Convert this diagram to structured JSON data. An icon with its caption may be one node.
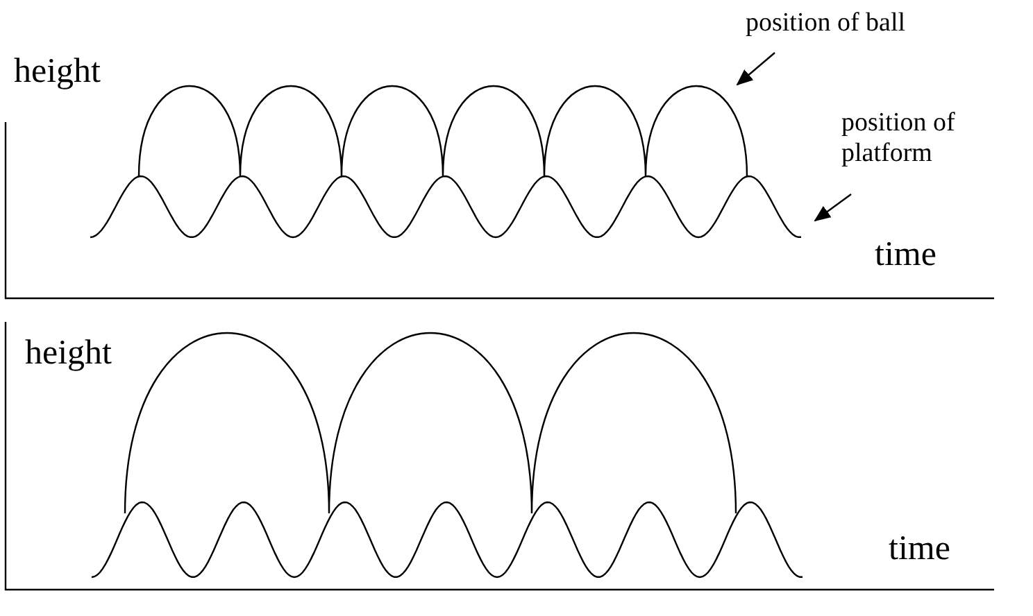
{
  "diagram": {
    "nodes": [
      {
        "text": [
          "position of ball"
        ]
      },
      {
        "text": [],
        "shape": "curve"
      },
      {
        "text": [
          "position of platform"
        ]
      },
      {
        "text": [],
        "shape": "curve"
      }
    ],
    "edges": [
      {
        "from": 0,
        "to": 1,
        "arrow": "to"
      },
      {
        "from": 2,
        "to": 3,
        "arrow": "to"
      }
    ],
    "labels": [
      "height",
      "time",
      "height",
      "time"
    ]
  }
}
